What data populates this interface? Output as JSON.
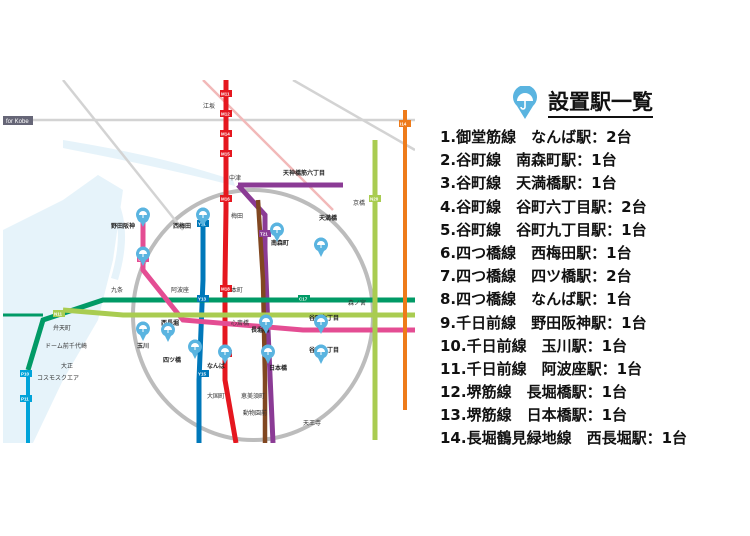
{
  "panel": {
    "title": "設置駅一覧",
    "icon": "umbrella-pin-icon",
    "accent_color": "#5ab4e0",
    "items": [
      "1.御堂筋線　なんば駅：2台",
      "2.谷町線　南森町駅：1台",
      "3.谷町線　天満橋駅：1台",
      "4.谷町線　谷町六丁目駅：2台",
      "5.谷町線　谷町九丁目駅：1台",
      "6.四つ橋線　西梅田駅：1台",
      "7.四つ橋線　四ツ橋駅：2台",
      "8.四つ橋線　なんば駅：1台",
      "9.千日前線　野田阪神駅：1台",
      "10.千日前線　玉川駅：1台",
      "11.千日前線　阿波座駅：1台",
      "12.堺筋線　長堀橋駅：1台",
      "13.堺筋線　日本橋駅：1台",
      "14.長堀鶴見緑地線　西長堀駅：1台"
    ]
  },
  "map": {
    "kobe_tag": "for Kobe",
    "labels": {
      "nodahanshin": "野田阪神",
      "nishiumeda": "西梅田",
      "umeda": "梅田",
      "minamimorimachi": "南森町",
      "tenmabashi": "天満橋",
      "kujo": "九条",
      "awaza": "阿波座",
      "nishinagahori": "西長堀",
      "nagahoribashi": "長堀橋",
      "tanimachi6": "谷町六丁目",
      "tanimachi9": "谷町九丁目",
      "namba": "なんば",
      "yotsubashi": "四ツ橋",
      "nipponbashi": "日本橋",
      "daikokucho": "大国町",
      "bentencho": "弁天町",
      "taisho": "大正",
      "dome": "ドーム前千代崎",
      "cosmosquare": "コスモスクエア",
      "tamagawa": "玉川",
      "hommachi": "本町",
      "shinsaibashi": "心斎橋",
      "tenroku": "天神橋筋六丁目",
      "nakatsu": "中津",
      "esaka": "江坂",
      "kyobashi": "京橋",
      "morinomiya": "森ノ宮",
      "tennoji": "天王寺",
      "ebisucho": "恵美須町",
      "dobutsuen": "動物園前"
    },
    "colors": {
      "midosuji": "#e5171f",
      "tanimachi": "#8b3b95",
      "yotsubashi": "#0078ba",
      "chuo": "#019a66",
      "sennichimae": "#e44d93",
      "sakaisuji": "#814721",
      "nagahori": "#a9cc51",
      "imazatosuji": "#ee7b1a",
      "newtram": "#00a3d9",
      "pin": "#5ab4e0"
    }
  }
}
